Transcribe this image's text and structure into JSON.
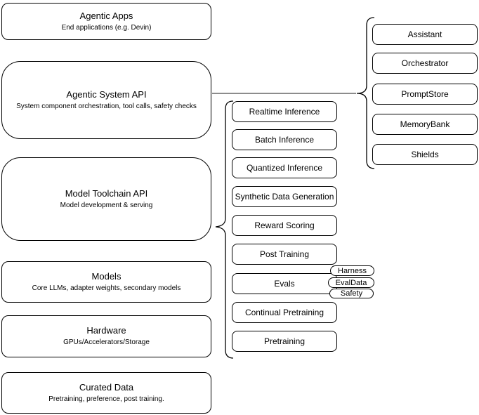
{
  "layers": [
    {
      "title": "Agentic Apps",
      "subtitle": "End applications (e.g. Devin)"
    },
    {
      "title": "Agentic System API",
      "subtitle": "System component orchestration, tool calls, safety checks"
    },
    {
      "title": "Model Toolchain API",
      "subtitle": "Model development & serving"
    },
    {
      "title": "Models",
      "subtitle": "Core LLMs, adapter weights, secondary models"
    },
    {
      "title": "Hardware",
      "subtitle": "GPUs/Accelerators/Storage"
    },
    {
      "title": "Curated Data",
      "subtitle": "Pretraining, preference, post training."
    }
  ],
  "toolchain_items": [
    "Realtime Inference",
    "Batch Inference",
    "Quantized Inference",
    "Synthetic Data Generation",
    "Reward Scoring",
    "Post Training",
    "Evals",
    "Continual Pretraining",
    "Pretraining"
  ],
  "eval_tags": [
    "Harness",
    "EvalData",
    "Safety"
  ],
  "system_components": [
    "Assistant",
    "Orchestrator",
    "PromptStore",
    "MemoryBank",
    "Shields"
  ],
  "colors": {
    "stroke": "#000000",
    "connector": "#666666",
    "background": "#ffffff"
  }
}
